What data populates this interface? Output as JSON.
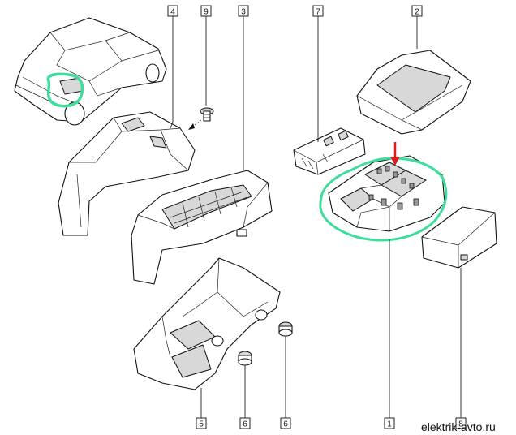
{
  "callouts": [
    {
      "id": "4",
      "label": "4"
    },
    {
      "id": "9",
      "label": "9"
    },
    {
      "id": "3",
      "label": "3"
    },
    {
      "id": "7",
      "label": "7"
    },
    {
      "id": "2",
      "label": "2"
    },
    {
      "id": "5",
      "label": "5"
    },
    {
      "id": "6a",
      "label": "6"
    },
    {
      "id": "6b",
      "label": "6"
    },
    {
      "id": "1",
      "label": "1"
    },
    {
      "id": "8",
      "label": "8"
    }
  ],
  "watermark": "elektrik-avto.ru",
  "colors": {
    "highlight": "#3cde9a",
    "arrow": "#d81e1e",
    "line": "#111111"
  }
}
